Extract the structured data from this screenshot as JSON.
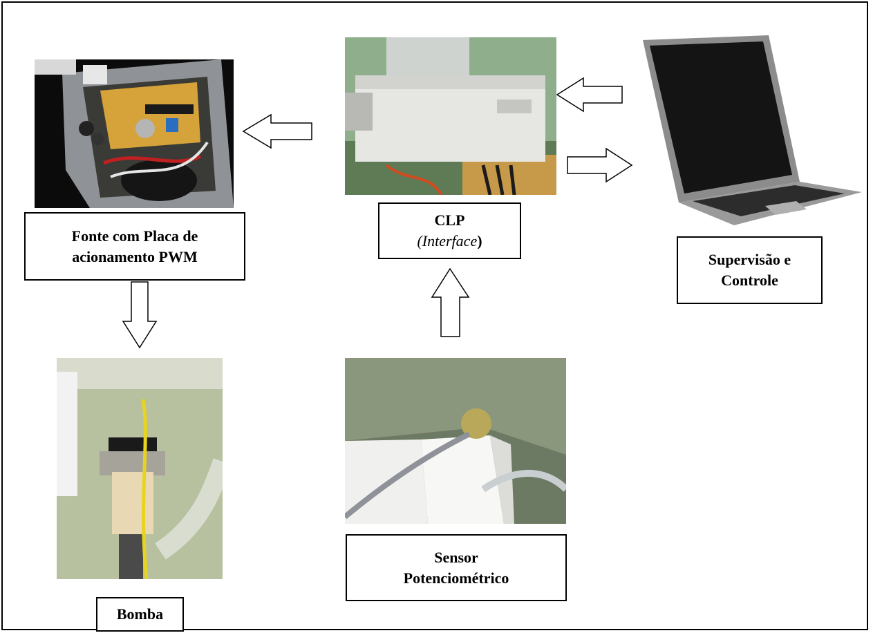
{
  "nodes": {
    "fonte": {
      "line1": "Fonte com Placa de",
      "line2": "acionamento PWM",
      "photo": "pwm-board-photo"
    },
    "clp": {
      "line1": "CLP",
      "line2_open": "(",
      "line2_italic": "Interface",
      "line2_close": ")",
      "photo": "plc-photo"
    },
    "supervisao": {
      "line1": "Supervisão e",
      "line2": "Controle",
      "photo": "laptop-photo"
    },
    "bomba": {
      "line1": "Bomba",
      "photo": "pump-photo"
    },
    "sensor": {
      "line1": "Sensor",
      "line2": "Potenciométrico",
      "photo": "potentiometer-sensor-photo"
    }
  },
  "arrows": [
    {
      "from": "clp",
      "to": "fonte",
      "direction": "left"
    },
    {
      "from": "supervisao",
      "to": "clp",
      "direction": "left"
    },
    {
      "from": "clp",
      "to": "supervisao",
      "direction": "right"
    },
    {
      "from": "fonte",
      "to": "bomba",
      "direction": "down"
    },
    {
      "from": "sensor",
      "to": "clp",
      "direction": "up"
    }
  ]
}
